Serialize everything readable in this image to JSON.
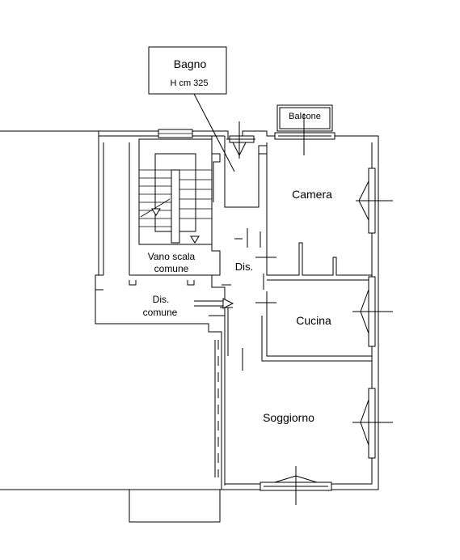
{
  "plan": {
    "rooms": {
      "bagno": "Bagno",
      "bagno_height": "H cm 325",
      "balcone": "Balcone",
      "camera": "Camera",
      "dis": "Dis.",
      "cucina": "Cucina",
      "soggiorno": "Soggiorno",
      "vano_scala_1": "Vano scala",
      "vano_scala_2": "comune",
      "dis_comune_1": "Dis.",
      "dis_comune_2": "comune"
    }
  }
}
